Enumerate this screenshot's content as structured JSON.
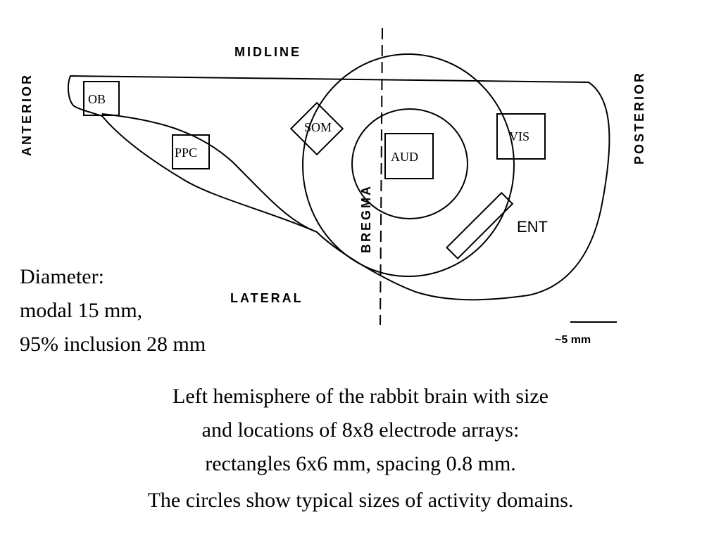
{
  "diagram": {
    "orientation": {
      "top": "MIDLINE",
      "bottom": "LATERAL",
      "left": "ANTERIOR",
      "right": "POSTERIOR"
    },
    "reference_line": "BREGMA",
    "regions": {
      "ob": "OB",
      "ppc": "PPC",
      "som": "SOM",
      "aud": "AUD",
      "vis": "VIS",
      "ent": "ENT"
    },
    "scale_bar": "~5 mm"
  },
  "diameter_note": {
    "line1": "Diameter:",
    "line2": "modal 15 mm,",
    "line3": "95% inclusion 28 mm"
  },
  "caption": {
    "line1": "Left hemisphere of the rabbit brain with size",
    "line2": "and locations of 8x8 electrode arrays:",
    "line3": "rectangles 6x6 mm, spacing 0.8 mm.",
    "line4": "The circles show typical sizes of activity domains."
  }
}
